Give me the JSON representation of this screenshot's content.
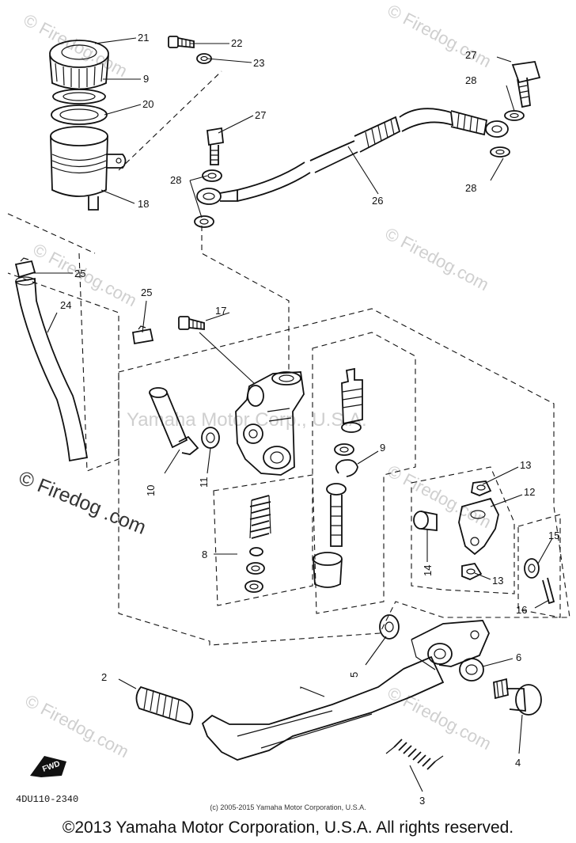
{
  "watermarks": {
    "brand": "© Firedog.com",
    "brand_large_line1": "© Firedog",
    "brand_large_line2": ".com",
    "center": "Yamaha Motor Corp., U.S.A."
  },
  "callouts": [
    "21",
    "22",
    "23",
    "9",
    "20",
    "18",
    "27",
    "28",
    "28",
    "26",
    "27",
    "28",
    "28",
    "25",
    "24",
    "25",
    "17",
    "10",
    "11",
    "9",
    "8",
    "13",
    "12",
    "15",
    "14",
    "13",
    "16",
    "5",
    "6",
    "2",
    "3",
    "4"
  ],
  "fwd_label": "FWD",
  "drawing_code": "4DU110-2340",
  "fineprint": "(c) 2005-2015 Yamaha Motor Corporation, U.S.A.",
  "copyright": "©2013 Yamaha Motor Corporation, U.S.A. All rights reserved."
}
